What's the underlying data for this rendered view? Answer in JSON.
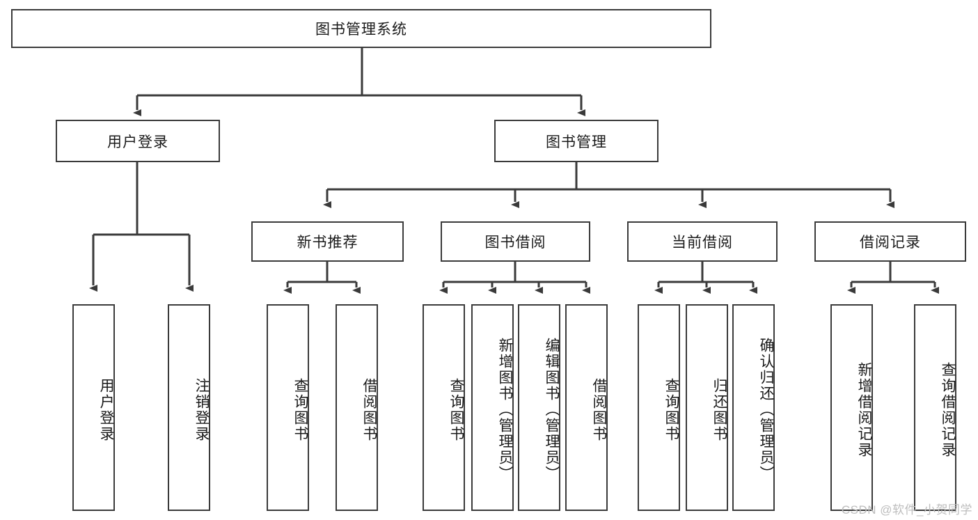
{
  "diagram": {
    "type": "tree-hierarchy-chart",
    "title": "图书管理系统",
    "style": {
      "box_border": "#3a3a3a",
      "box_fill": "#ffffff",
      "line": "#3a3a3a",
      "text": "#1a1a1a",
      "watermark": "#bdbdbd"
    },
    "levels": [
      {
        "level": 1,
        "nodes": [
          "图书管理系统"
        ]
      },
      {
        "level": 2,
        "nodes": [
          "用户登录",
          "图书管理"
        ]
      },
      {
        "level": 3,
        "nodes": [
          "新书推荐",
          "图书借阅",
          "当前借阅",
          "借阅记录"
        ]
      },
      {
        "level": 4,
        "nodes": [
          "用户登录",
          "注销登录",
          "查询图书",
          "借阅图书",
          "查询图书",
          "新增图书（管理员）",
          "编辑图书（管理员）",
          "借阅图书",
          "查询图书",
          "归还图书",
          "确认归还（管理员）",
          "新增借阅记录",
          "查询借阅记录"
        ]
      }
    ],
    "root": {
      "id": "root",
      "label": "图书管理系统"
    },
    "level2": [
      {
        "id": "login",
        "label": "用户登录"
      },
      {
        "id": "bookmgmt",
        "label": "图书管理"
      }
    ],
    "level3": [
      {
        "id": "newbook",
        "label": "新书推荐"
      },
      {
        "id": "borrow",
        "label": "图书借阅"
      },
      {
        "id": "current",
        "label": "当前借阅"
      },
      {
        "id": "record",
        "label": "借阅记录"
      }
    ],
    "leaves": [
      {
        "id": "leaf-1",
        "parent": "login",
        "label": "用户登录"
      },
      {
        "id": "leaf-2",
        "parent": "login",
        "label": "注销登录"
      },
      {
        "id": "leaf-3",
        "parent": "newbook",
        "label": "查询图书"
      },
      {
        "id": "leaf-4",
        "parent": "newbook",
        "label": "借阅图书"
      },
      {
        "id": "leaf-5",
        "parent": "borrow",
        "label": "查询图书"
      },
      {
        "id": "leaf-6",
        "parent": "borrow",
        "label": "新增图书（管理员）"
      },
      {
        "id": "leaf-7",
        "parent": "borrow",
        "label": "编辑图书（管理员）"
      },
      {
        "id": "leaf-8",
        "parent": "borrow",
        "label": "借阅图书"
      },
      {
        "id": "leaf-9",
        "parent": "current",
        "label": "查询图书"
      },
      {
        "id": "leaf-10",
        "parent": "current",
        "label": "归还图书"
      },
      {
        "id": "leaf-11",
        "parent": "current",
        "label": "确认归还（管理员）"
      },
      {
        "id": "leaf-12",
        "parent": "record",
        "label": "新增借阅记录"
      },
      {
        "id": "leaf-13",
        "parent": "record",
        "label": "查询借阅记录"
      }
    ]
  },
  "watermark": {
    "text": "CSDN @软件_小贺同学"
  }
}
